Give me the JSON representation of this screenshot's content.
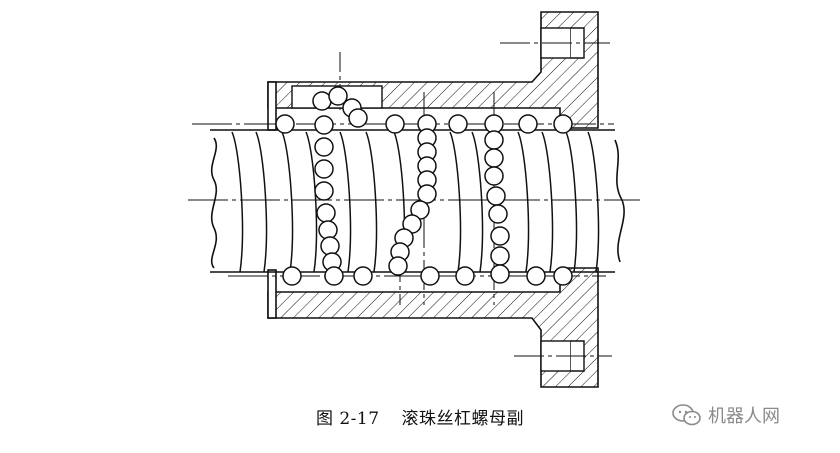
{
  "figure": {
    "number": "图 2-17",
    "title": "滚珠丝杠螺母副"
  },
  "watermark": {
    "text": "机器人网",
    "icon": "wechat-icon"
  },
  "colors": {
    "line": "#111111",
    "background": "#ffffff",
    "watermark": "#8a8a8a"
  }
}
